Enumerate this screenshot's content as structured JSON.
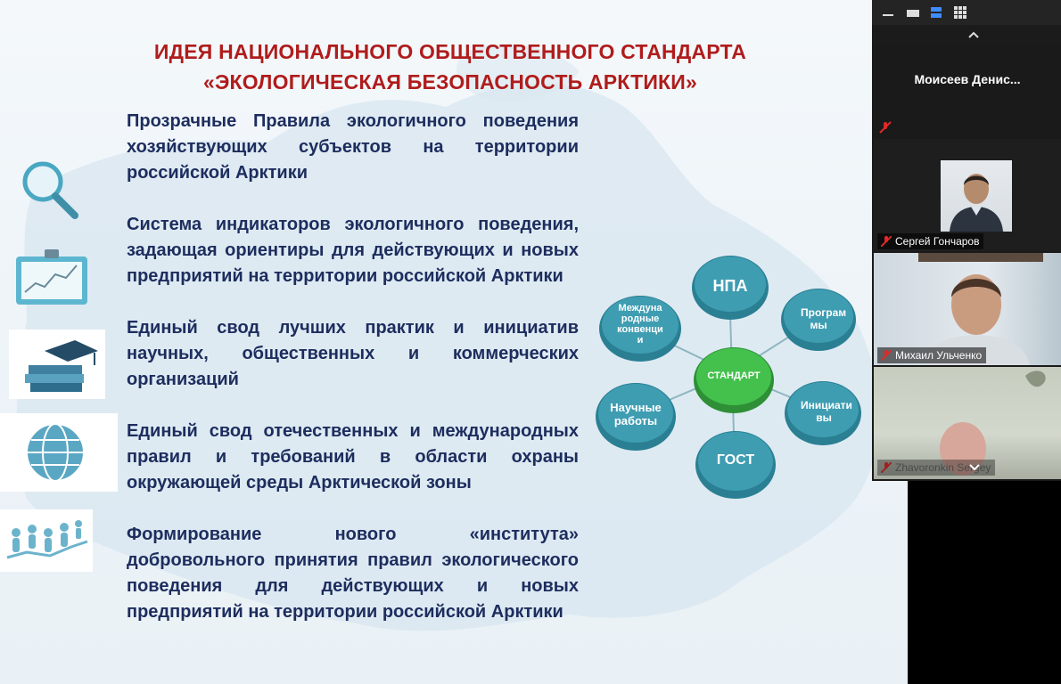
{
  "slide": {
    "title_line1": "ИДЕЯ НАЦИОНАЛЬНОГО ОБЩЕСТВЕННОГО СТАНДАРТА",
    "title_line2": "«ЭКОЛОГИЧЕСКАЯ БЕЗОПАСНОСТЬ АРКТИКИ»",
    "points": [
      "Прозрачные Правила экологичного поведения хозяйствующих субъектов на территории российской Арктики",
      "Система индикаторов экологичного поведения, задающая ориентиры для действующих и новых предприятий на территории российской Арктики",
      "Единый свод лучших практик и инициатив научных, общественных и коммерческих организаций",
      "Единый свод отечественных и международных правил и требований в области охраны окружающей среды Арктической зоны",
      "Формирование нового «института» добровольного принятия правил экологического поведения для действующих и новых предприятий на территории российской Арктики"
    ],
    "diagram": {
      "center": "СТАНДАРТ",
      "nodes": [
        "НПА",
        "Програм мы",
        "Инициати вы",
        "ГОСТ",
        "Научные работы",
        "Междуна родные конвенци и"
      ]
    },
    "colors": {
      "title": "#b01c1c",
      "text": "#1d2d5e",
      "node": "#2f8a9c",
      "center": "#3cb043"
    }
  },
  "zoom": {
    "toolbar_icons": [
      "minimize-icon",
      "restore-icon",
      "speaker-view-icon",
      "gallery-view-icon"
    ],
    "participants": [
      {
        "name": "Моисеев  Денис...",
        "muted": true
      },
      {
        "name": "Сергей Гончаров",
        "muted": true
      },
      {
        "name": "Михаил Ульченко",
        "muted": true
      },
      {
        "name": "Zhavoronkin Sergey",
        "muted": true
      }
    ]
  }
}
